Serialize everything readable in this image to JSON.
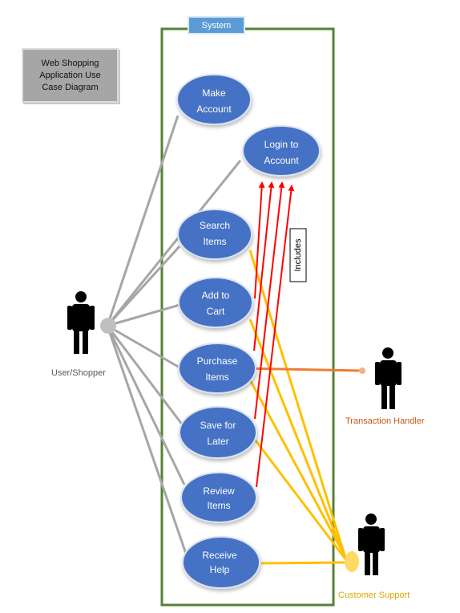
{
  "title_box": {
    "line1": "Web Shopping",
    "line2": "Application Use",
    "line3": "Case Diagram"
  },
  "system_label": "System",
  "use_cases": [
    {
      "id": "make-account",
      "line1": "Make",
      "line2": "Account"
    },
    {
      "id": "login",
      "line1": "Login to",
      "line2": "Account"
    },
    {
      "id": "search-items",
      "line1": "Search",
      "line2": "Items"
    },
    {
      "id": "add-to-cart",
      "line1": "Add to",
      "line2": "Cart"
    },
    {
      "id": "purchase-items",
      "line1": "Purchase",
      "line2": "Items"
    },
    {
      "id": "save-for-later",
      "line1": "Save for",
      "line2": "Later"
    },
    {
      "id": "review-items",
      "line1": "Review",
      "line2": "Items"
    },
    {
      "id": "receive-help",
      "line1": "Receive",
      "line2": "Help"
    }
  ],
  "includes_label": "Includes",
  "actors": {
    "user": "User/Shopper",
    "transaction": "Transaction Handler",
    "support": "Customer Support"
  },
  "colors": {
    "system_border": "#548235",
    "use_case_fill": "#4472c4",
    "user_lines": "#a6a6a6",
    "include_arrows": "#ff0000",
    "transaction": "#ed7d31",
    "support": "#ffc000",
    "tab": "#5b9bd5"
  }
}
